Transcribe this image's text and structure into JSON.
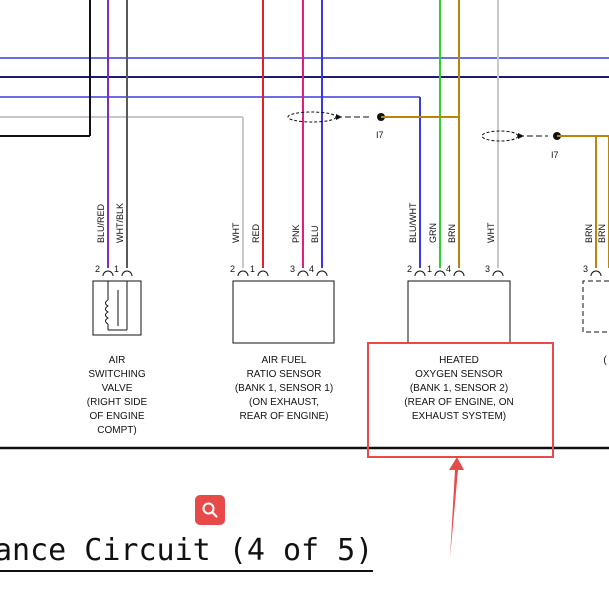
{
  "wires": {
    "air_switching_valve": [
      "BLU/RED",
      "WHT/BLK"
    ],
    "air_fuel_ratio_sensor": [
      "WHT",
      "RED",
      "PNK",
      "BLU"
    ],
    "heated_oxygen_sensor": [
      "BLU/WHT",
      "GRN",
      "BRN",
      "WHT"
    ],
    "right_partial": [
      "BRN",
      "BRN"
    ]
  },
  "pins": {
    "air_switching_valve": [
      "2",
      "1"
    ],
    "air_fuel_ratio_sensor": [
      "2",
      "1",
      "3",
      "4"
    ],
    "heated_oxygen_sensor": [
      "2",
      "1",
      "4",
      "3"
    ],
    "right_partial": [
      "3"
    ]
  },
  "connectors": {
    "i7_a": "I7",
    "i7_b": "I7"
  },
  "components": {
    "air_switching_valve": [
      "AIR",
      "SWITCHING",
      "VALVE",
      "(RIGHT SIDE",
      "OF ENGINE",
      "COMPT)"
    ],
    "air_fuel_ratio_sensor": [
      "AIR FUEL",
      "RATIO SENSOR",
      "(BANK 1, SENSOR 1)",
      "(ON EXHAUST,",
      "REAR OF ENGINE)"
    ],
    "heated_oxygen_sensor": [
      "HEATED",
      "OXYGEN SENSOR",
      "(BANK 1, SENSOR 2)",
      "(REAR OF ENGINE, ON",
      "EXHAUST SYSTEM)"
    ],
    "right_partial": [
      "("
    ]
  },
  "title": "ance Circuit (4 of 5)",
  "colors": {
    "blue": "#3a3ad8",
    "navy": "#1c1c6e",
    "purple": "#7a2fc0",
    "red": "#e0202a",
    "pink": "#e0207a",
    "green": "#2ed02e",
    "brown": "#b8860b",
    "gray": "#c8c8c8",
    "highlight": "#e84a4a"
  }
}
